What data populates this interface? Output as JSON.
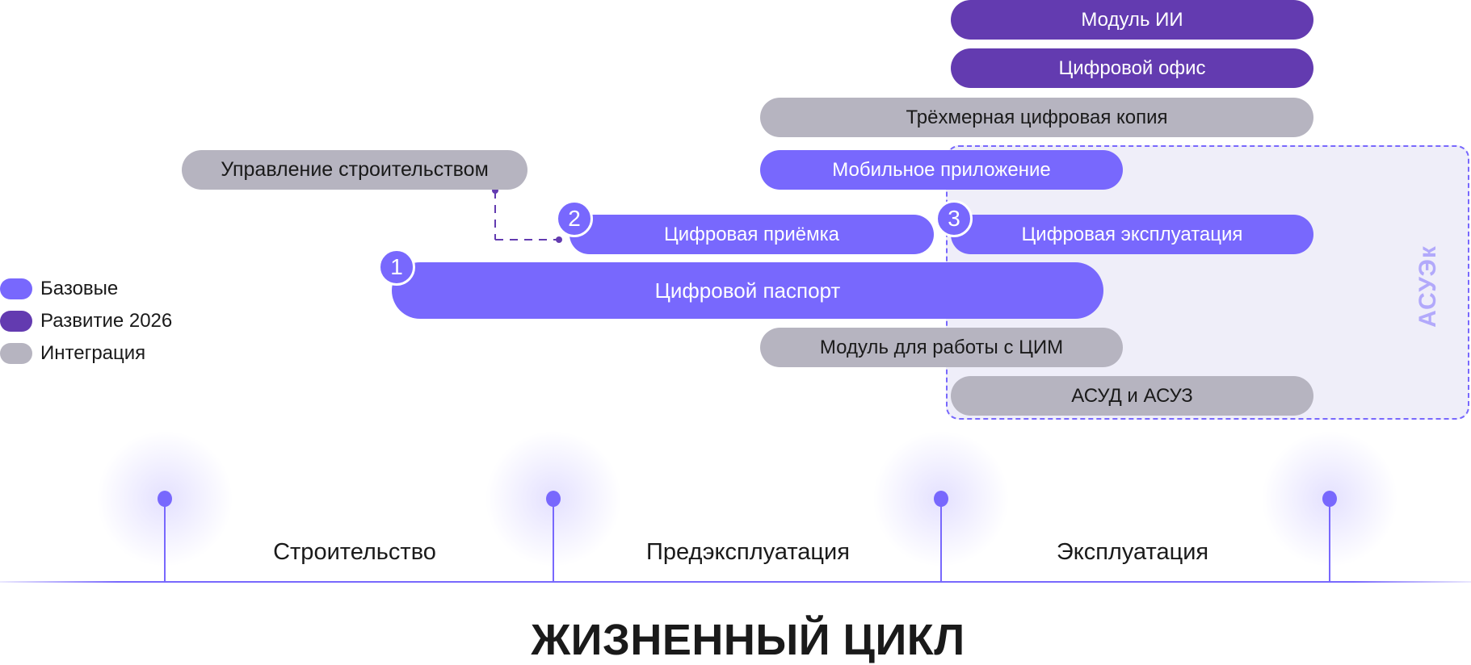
{
  "legend": [
    {
      "label": "Базовые",
      "color": "#7868fd"
    },
    {
      "label": "Развитие 2026",
      "color": "#633bb0"
    },
    {
      "label": "Интеграция",
      "color": "#b6b4c0"
    }
  ],
  "colors": {
    "base": "#7868fd",
    "development": "#633bb0",
    "integration": "#b6b4c0",
    "asuek_fill": "#efeef9"
  },
  "modules": {
    "ai_module": {
      "label": "Модуль ИИ",
      "category": "Развитие 2026"
    },
    "digital_office": {
      "label": "Цифровой офис",
      "category": "Развитие 2026"
    },
    "digital_3d_copy": {
      "label": "Трёхмерная цифровая копия",
      "category": "Интеграция"
    },
    "construction_management": {
      "label": "Управление строительством",
      "category": "Интеграция"
    },
    "mobile_app": {
      "label": "Мобильное приложение",
      "category": "Базовые"
    },
    "digital_acceptance": {
      "label": "Цифровая приёмка",
      "category": "Базовые",
      "step": "2"
    },
    "digital_operation": {
      "label": "Цифровая эксплуатация",
      "category": "Базовые",
      "step": "3"
    },
    "digital_passport": {
      "label": "Цифровой паспорт",
      "category": "Базовые",
      "step": "1"
    },
    "bim_module": {
      "label": "Модуль для работы с ЦИМ",
      "category": "Интеграция"
    },
    "asud_asuz": {
      "label": "АСУД и АСУЗ",
      "category": "Интеграция"
    }
  },
  "asuek_group": {
    "label": "АСУЭк"
  },
  "timeline": {
    "phases": [
      "Строительство",
      "Предэксплуатация",
      "Эксплуатация"
    ],
    "title": "ЖИЗНЕННЫЙ ЦИКЛ"
  }
}
